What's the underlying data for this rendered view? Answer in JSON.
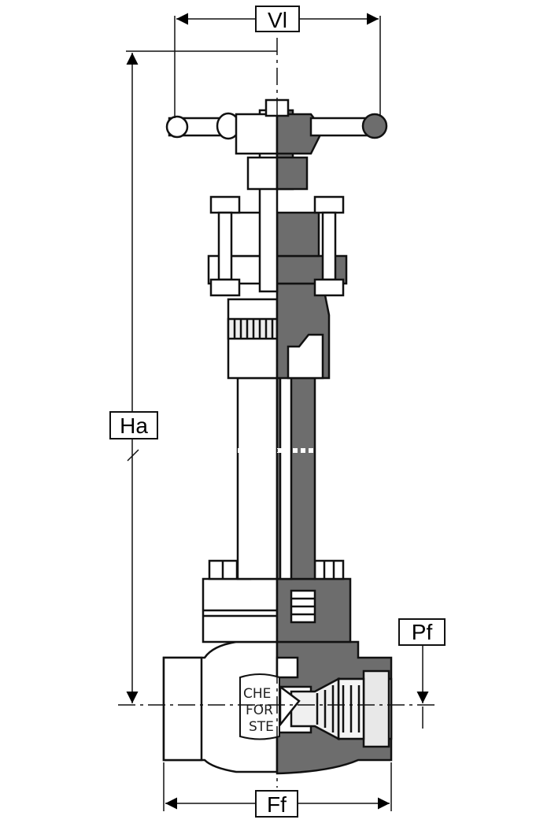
{
  "dimensions": {
    "width_label": "Vl",
    "height_label": "Ha",
    "face_label": "Ff",
    "port_label": "Pf"
  },
  "casting_marks": {
    "line1": "CHE",
    "line2": "FOR",
    "line3": "STE"
  },
  "colors": {
    "line": "#111111",
    "section_fill": "#6d6d6d",
    "body_fill": "#ffffff",
    "light_fill": "#e8e8e8"
  }
}
